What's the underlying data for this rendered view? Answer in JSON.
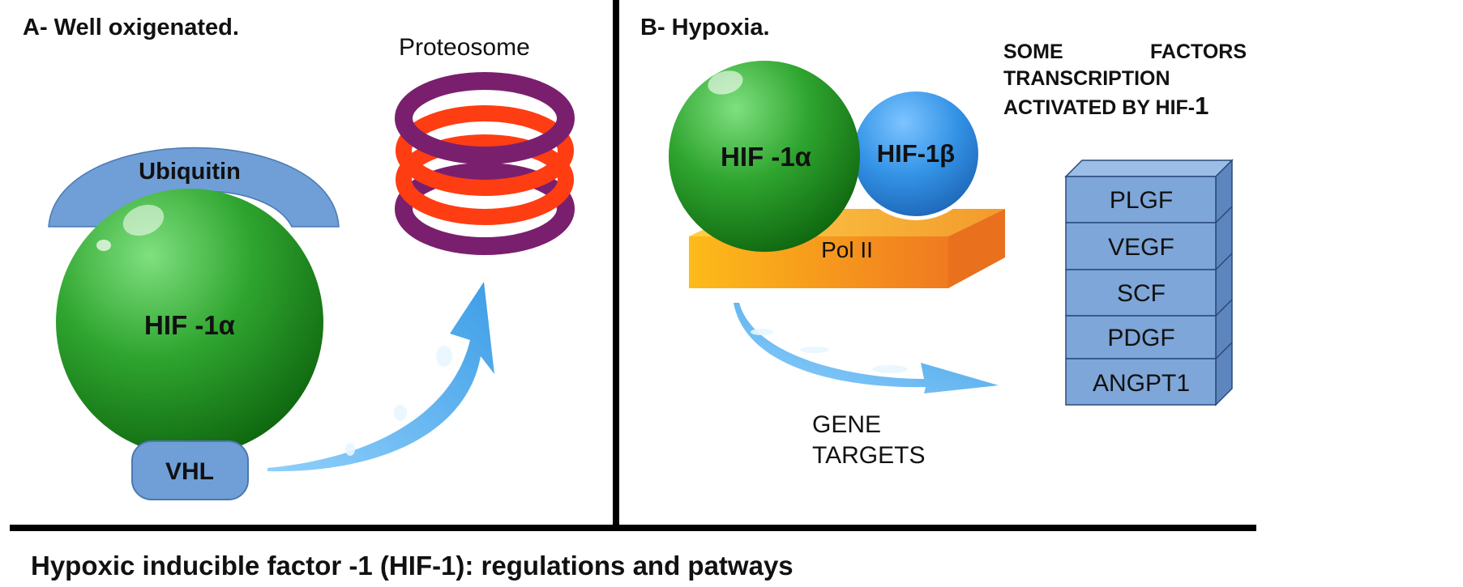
{
  "panel_a": {
    "title": "A- Well oxigenated.",
    "proteosome_label": "Proteosome",
    "ubiquitin_label": "Ubiquitin",
    "hif1a_label": "HIF -1α",
    "vhl_label": "VHL"
  },
  "panel_b": {
    "title": "B- Hypoxia.",
    "hif1a_label": "HIF -1α",
    "hif1b_label": "HIF-1β",
    "pol2_label": "Pol II",
    "gene_targets": [
      "GENE",
      "TARGETS"
    ],
    "factors_heading": {
      "line1_left": "SOME",
      "line1_right": "FACTORS",
      "line2": "TRANSCRIPTION",
      "line3": "ACTIVATED BY HIF-",
      "line3_suffix": "1"
    },
    "factors": [
      "PLGF",
      "VEGF",
      "SCF",
      "PDGF",
      "ANGPT1"
    ]
  },
  "caption": "Hypoxic inducible factor -1 (HIF-1): regulations and patways",
  "colors": {
    "green_sphere": "#1e8c1e",
    "blue_sphere": "#2f8fe0",
    "ubiquitin": "#6f9fd6",
    "proteosome_purple": "#7a1f6e",
    "proteosome_red": "#ff3d12",
    "pol2": "#f7a21b",
    "arrow": "#4aa8ea",
    "factor_box": "#7ea6d8"
  }
}
